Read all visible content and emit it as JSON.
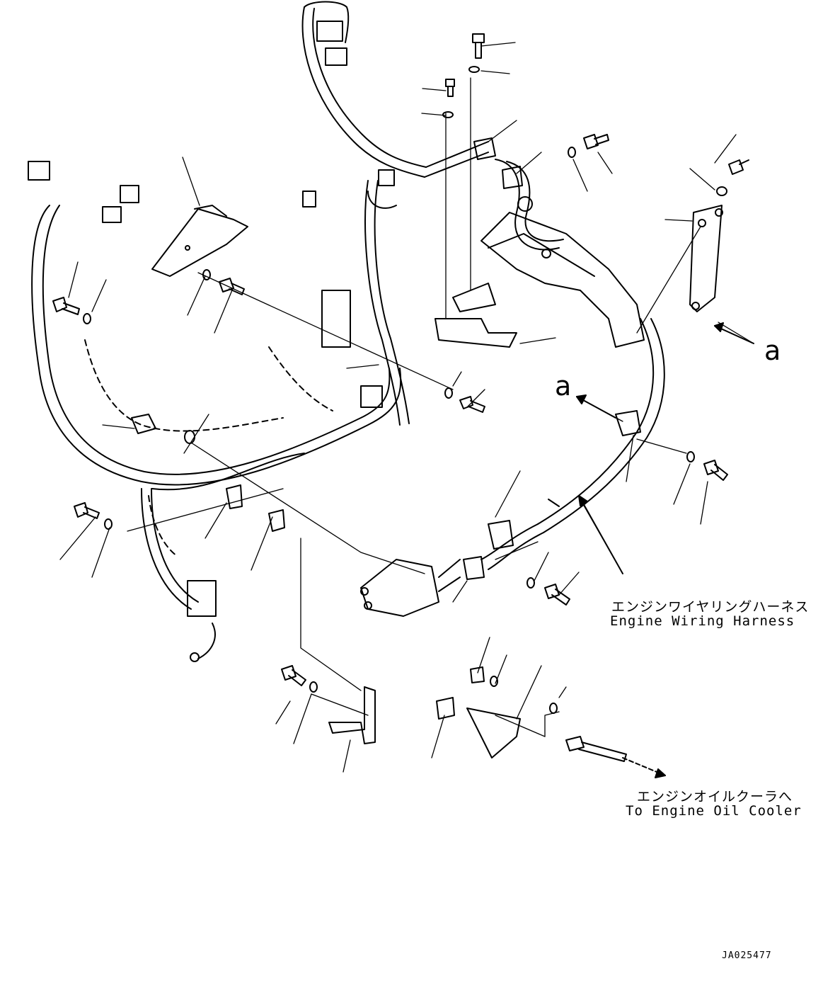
{
  "callouts": {
    "harness_ja": "エンジンワイヤリングハーネス",
    "harness_en": "Engine Wiring Harness",
    "oil_cooler_ja": "エンジンオイルクーラへ",
    "oil_cooler_en": "To Engine Oil Cooler"
  },
  "view_markers": [
    "a",
    "a"
  ],
  "drawing_ref": "JA025477"
}
